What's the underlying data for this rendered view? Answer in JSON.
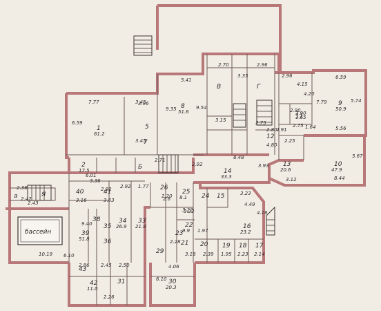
{
  "title": "",
  "pool_label": "бассейн",
  "rooms": [
    {
      "id": "r1",
      "num": "1",
      "area": "61.2",
      "dims": [
        "7.77",
        "6.59"
      ]
    },
    {
      "id": "r2",
      "num": "2",
      "area": "17.5",
      "dims": [
        "6.01"
      ]
    },
    {
      "id": "r5",
      "num": "5",
      "area": "",
      "dims": []
    },
    {
      "id": "r7",
      "num": "7",
      "area": "",
      "dims": [
        "3.45",
        "3.45"
      ]
    },
    {
      "id": "r8",
      "num": "8",
      "area": "51.6",
      "dims": [
        "5.41",
        "9.35",
        "9.54"
      ]
    },
    {
      "id": "r9",
      "num": "9",
      "area": "50.9",
      "dims": [
        "6.59",
        "7.79",
        "5.74",
        "5.56"
      ]
    },
    {
      "id": "r10",
      "num": "10",
      "area": "47.9",
      "dims": [
        "8.44",
        "5.67",
        "2.25"
      ]
    },
    {
      "id": "r11",
      "num": "11",
      "area": "",
      "dims": [
        "2.90",
        "1.65"
      ]
    },
    {
      "id": "r12",
      "num": "12",
      "area": "",
      "dims": [
        "2.80",
        "4.80"
      ]
    },
    {
      "id": "r13",
      "num": "13",
      "area": "20.6",
      "dims": [
        "3.12",
        "4.91"
      ]
    },
    {
      "id": "r14",
      "num": "14",
      "area": "33.3",
      "dims": [
        "8.48",
        "3.93",
        "2.92"
      ]
    },
    {
      "id": "r15",
      "num": "15",
      "area": "",
      "dims": []
    },
    {
      "id": "r16",
      "num": "16",
      "area": "23.2",
      "dims": [
        "3.23",
        "4.49",
        "4.16"
      ]
    },
    {
      "id": "r17",
      "num": "17",
      "area": "",
      "dims": [
        "2.14"
      ]
    },
    {
      "id": "r18",
      "num": "18",
      "area": "",
      "dims": [
        "2.23"
      ]
    },
    {
      "id": "r19",
      "num": "19",
      "area": "",
      "dims": [
        "1.95"
      ]
    },
    {
      "id": "r20",
      "num": "20",
      "area": "",
      "dims": [
        "2.39",
        "1.97"
      ]
    },
    {
      "id": "r21",
      "num": "21",
      "area": "",
      "dims": [
        "3.18"
      ]
    },
    {
      "id": "r22",
      "num": "22",
      "area": "9.9",
      "dims": [
        "3.22"
      ]
    },
    {
      "id": "r23",
      "num": "23",
      "area": "",
      "dims": [
        "2.28"
      ]
    },
    {
      "id": "r24",
      "num": "24",
      "area": "",
      "dims": []
    },
    {
      "id": "r25",
      "num": "25",
      "area": "8.1",
      "dims": [
        "3.22",
        "2.6"
      ]
    },
    {
      "id": "r26",
      "num": "26",
      "area": "",
      "dims": [
        "2.20"
      ]
    },
    {
      "id": "r29",
      "num": "29",
      "area": "",
      "dims": []
    },
    {
      "id": "r30",
      "num": "30",
      "area": "20.3",
      "dims": [
        "4.06",
        "6.10"
      ]
    },
    {
      "id": "r31",
      "num": "31",
      "area": "",
      "dims": [
        "2.50"
      ]
    },
    {
      "id": "r33",
      "num": "33",
      "area": "21.8",
      "dims": [
        "1.77"
      ]
    },
    {
      "id": "r34",
      "num": "34",
      "area": "26.9",
      "dims": [
        "2.92"
      ]
    },
    {
      "id": "r35",
      "num": "35",
      "area": "",
      "dims": []
    },
    {
      "id": "r36",
      "num": "36",
      "area": "",
      "dims": []
    },
    {
      "id": "r38",
      "num": "38",
      "area": "",
      "dims": []
    },
    {
      "id": "r39",
      "num": "39",
      "area": "51.8",
      "dims": [
        "9.40"
      ]
    },
    {
      "id": "r40",
      "num": "40",
      "area": "",
      "dims": [
        "3.16"
      ]
    },
    {
      "id": "r41",
      "num": "41",
      "area": "",
      "dims": [
        "3.63"
      ]
    },
    {
      "id": "r42",
      "num": "42",
      "area": "11.0",
      "dims": []
    },
    {
      "id": "r43",
      "num": "43",
      "area": "",
      "dims": [
        "2.86"
      ]
    }
  ],
  "loose_dims": [
    "2.70",
    "2.96",
    "2.96",
    "4.15",
    "4.20",
    "3.15",
    "2.75",
    "2.75",
    "3.96",
    "3.35",
    "1.64",
    "2.43",
    "2.90",
    "10.19",
    "6.10",
    "2.26",
    "2.45",
    "2.36",
    "2.42",
    "3.36",
    "2.92",
    "2.71"
  ],
  "letters": [
    {
      "id": "a",
      "text": "а"
    },
    {
      "id": "ya",
      "text": "Я"
    },
    {
      "id": "b",
      "text": "Б"
    },
    {
      "id": "v",
      "text": "В"
    },
    {
      "id": "g",
      "text": "Г"
    }
  ]
}
